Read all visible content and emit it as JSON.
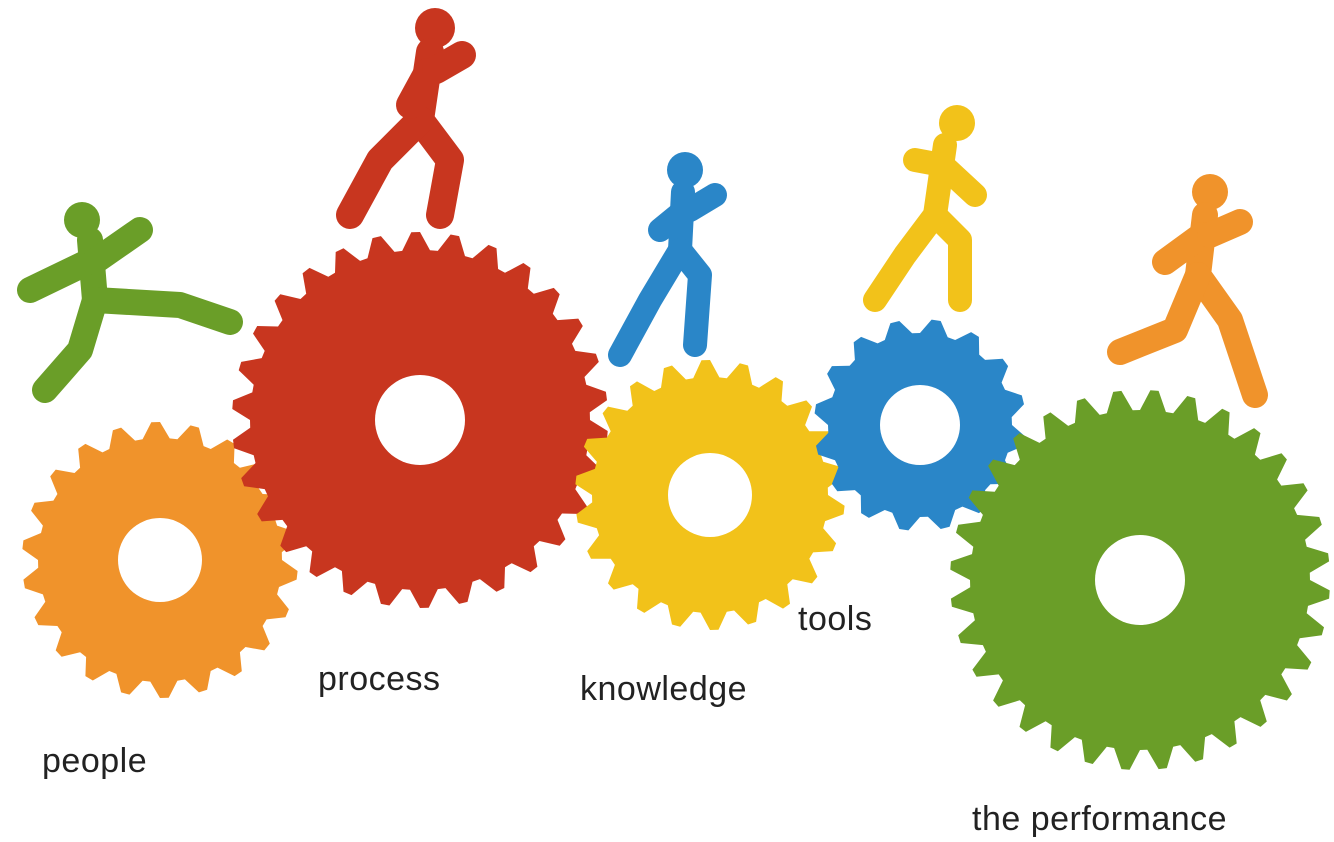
{
  "labels": {
    "people": "people",
    "process": "process",
    "knowledge": "knowledge",
    "tools": "tools",
    "performance": "the performance"
  },
  "gears": [
    {
      "name": "people",
      "color": "#f0932b",
      "teeth": 22
    },
    {
      "name": "process",
      "color": "#c8361f",
      "teeth": 30
    },
    {
      "name": "knowledge",
      "color": "#f2c21a",
      "teeth": 22
    },
    {
      "name": "tools",
      "color": "#2a86c8",
      "teeth": 16
    },
    {
      "name": "performance",
      "color": "#6a9e28",
      "teeth": 32
    }
  ],
  "runners": [
    {
      "name": "green",
      "color": "#6a9e28"
    },
    {
      "name": "red",
      "color": "#c8361f"
    },
    {
      "name": "blue",
      "color": "#2a86c8"
    },
    {
      "name": "yellow",
      "color": "#f2c21a"
    },
    {
      "name": "orange",
      "color": "#f0932b"
    }
  ]
}
